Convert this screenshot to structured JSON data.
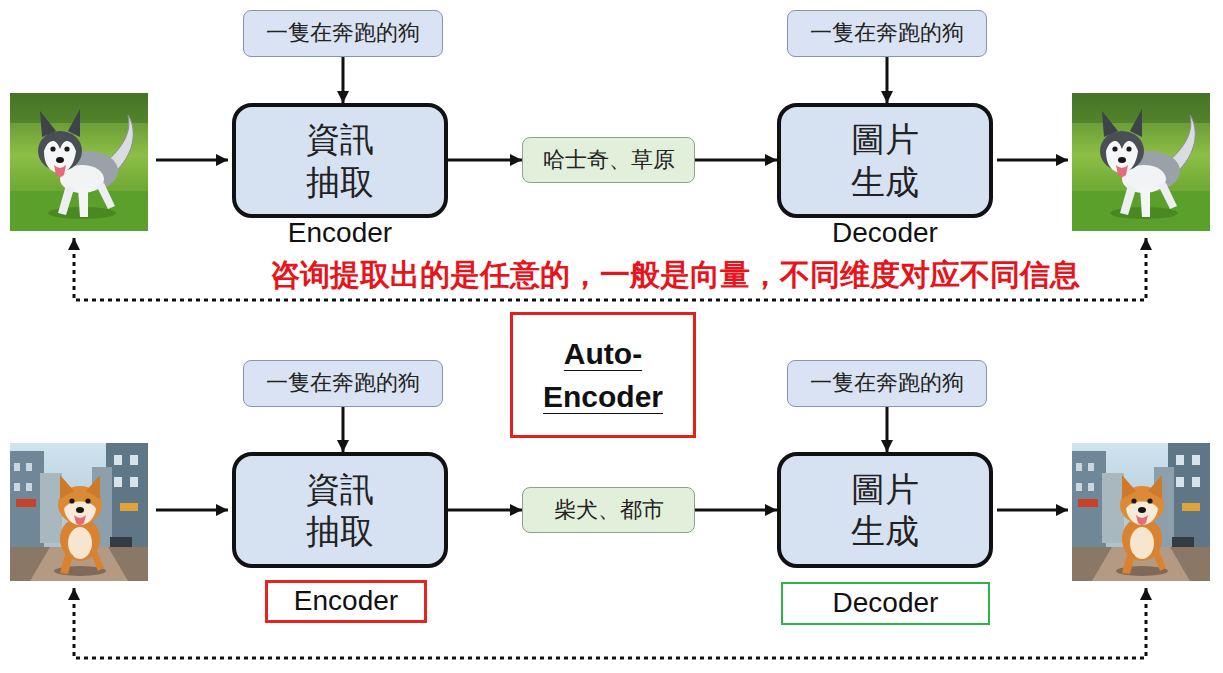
{
  "diagram": {
    "nodes": [
      {
        "text": [
          "一隻在奔跑的狗"
        ]
      },
      {
        "text": [
          "一隻在奔跑的狗"
        ]
      },
      {
        "text": [
          "資訊 抽取",
          "Encoder"
        ]
      },
      {
        "text": [
          "哈士奇、草原"
        ]
      },
      {
        "text": [
          "圖片 生成",
          "Decoder"
        ]
      },
      {
        "text": [
          "Auto- Encoder"
        ]
      },
      {
        "text": [
          "一隻在奔跑的狗"
        ]
      },
      {
        "text": [
          "一隻在奔跑的狗"
        ]
      },
      {
        "text": [
          "資訊 抽取"
        ]
      },
      {
        "text": [
          "柴犬、都市"
        ]
      },
      {
        "text": [
          "圖片 生成"
        ]
      },
      {
        "text": [
          "Encoder"
        ]
      },
      {
        "text": [
          "Decoder"
        ]
      }
    ],
    "edges": [
      {
        "from": 0,
        "to": 2,
        "arrow": "to"
      },
      {
        "from": 2,
        "to": 3,
        "arrow": "to"
      },
      {
        "from": 3,
        "to": 4,
        "arrow": "to"
      },
      {
        "from": 1,
        "to": 4,
        "arrow": "to"
      },
      {
        "from": 6,
        "to": 8,
        "arrow": "to"
      },
      {
        "from": 8,
        "to": 9,
        "arrow": "to"
      },
      {
        "from": 9,
        "to": 10,
        "arrow": "to"
      },
      {
        "from": 7,
        "to": 10,
        "arrow": "to"
      }
    ],
    "labels": [
      "咨询提取出的是任意的，一般是向量，不同维度对应不同信息"
    ]
  }
}
